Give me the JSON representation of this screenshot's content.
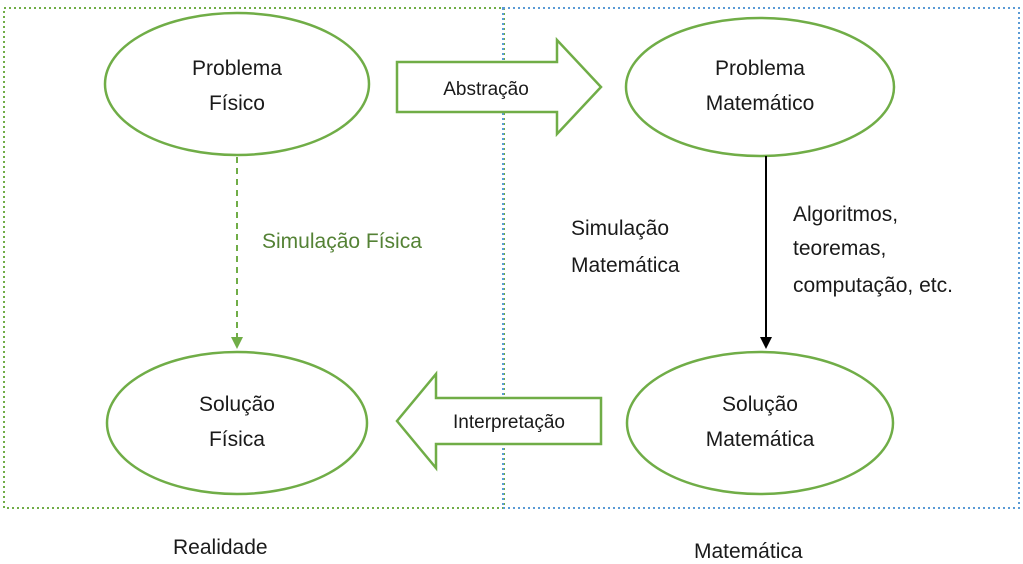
{
  "regions": {
    "reality": "Realidade",
    "mathematics": "Matemática"
  },
  "nodes": {
    "physical_problem": [
      "Problema",
      "Físico"
    ],
    "math_problem": [
      "Problema",
      "Matemático"
    ],
    "physical_solution": [
      "Solução",
      "Física"
    ],
    "math_solution": [
      "Solução",
      "Matemática"
    ]
  },
  "arrows": {
    "abstraction": "Abstração",
    "interpretation": "Interpretação"
  },
  "edges": {
    "physical_simulation": "Simulação Física",
    "math_simulation": [
      "Simulação",
      "Matemática"
    ],
    "math_methods": [
      "Algoritmos,",
      "teoremas,",
      "computação, etc."
    ]
  },
  "colors": {
    "green": "#70ad47",
    "dark_green": "#548235",
    "blue": "#5b9bd5",
    "black": "#000000"
  }
}
